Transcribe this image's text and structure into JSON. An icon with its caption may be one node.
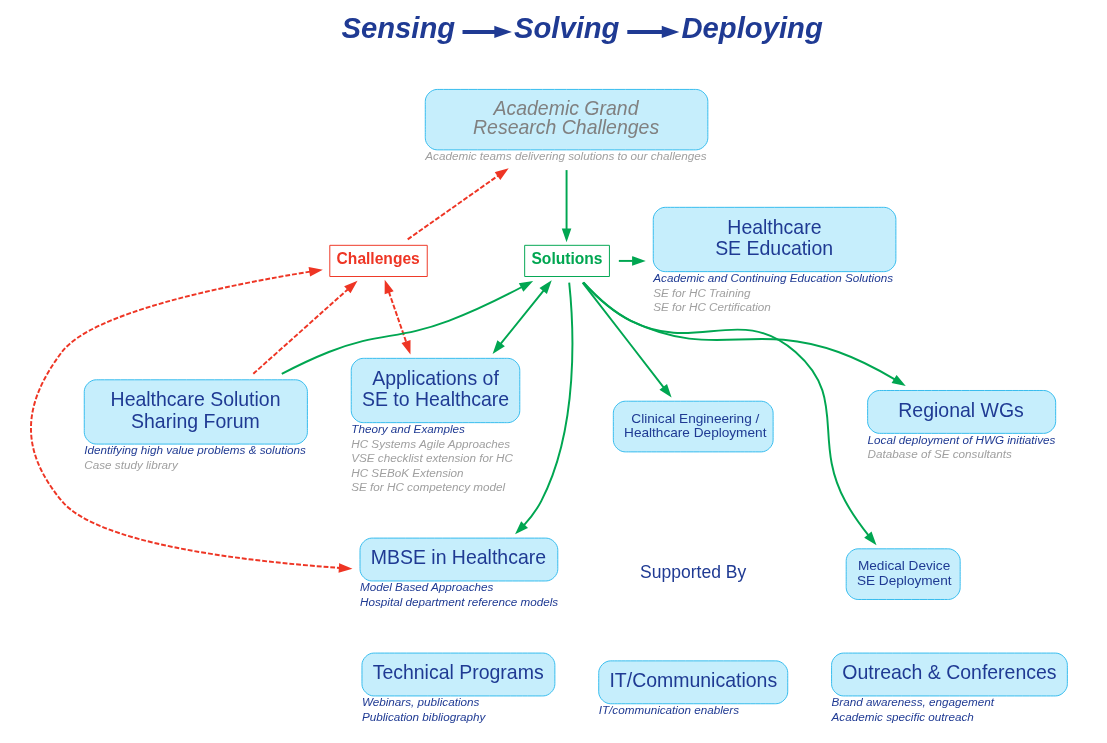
{
  "diagram": {
    "nodes": [
      {
        "text": [
          "Sensing"
        ]
      },
      {
        "text": [
          "Solving"
        ]
      },
      {
        "text": [
          "Deploying"
        ]
      },
      {
        "text": [
          "Academic Grand Research Challenges"
        ],
        "beside": [
          "Academic teams delivering solutions to our challenges"
        ]
      },
      {
        "text": [
          "Challenges"
        ]
      },
      {
        "text": [
          "Solutions"
        ]
      },
      {
        "text": [
          "Healthcare SE Education"
        ],
        "beside": [
          "Academic and Continuing Education Solutions",
          "SE for HC Training",
          "SE for HC Certification"
        ]
      },
      {
        "text": [
          "Healthcare Solution Sharing Forum"
        ],
        "beside": [
          "Identifying high value problems & solutions",
          "Case study library"
        ]
      },
      {
        "text": [
          "Applications of SE to Healthcare"
        ],
        "beside": [
          "Theory and Examples",
          "HC Systems Agile Approaches",
          "VSE checklist extension for HC",
          "HC SEBoK Extension",
          "SE for HC competency model"
        ]
      },
      {
        "text": [
          "Regional WGs"
        ],
        "beside": [
          "Local deployment of HWG initiatives",
          "Database of SE consultants"
        ]
      },
      {
        "text": [
          "MBSE in Healthcare"
        ],
        "beside": [
          "Model Based Approaches",
          "Hospital department reference models"
        ]
      },
      {
        "text": [
          "Medical Device SE Deployment"
        ]
      },
      {
        "text": [
          "Clinical Engineering / Healthcare Deployment"
        ]
      },
      {
        "text": [
          "Technical Programs"
        ],
        "beside": [
          "Webinars, publications",
          "Publication bibliography"
        ]
      },
      {
        "text": [
          "IT/Communications"
        ],
        "beside": [
          "IT/communication enablers"
        ]
      },
      {
        "text": [
          "Outreach & Conferences"
        ],
        "beside": [
          "Brand awareness, engagement",
          "Academic specific outreach"
        ]
      }
    ],
    "edges": [
      {
        "from": 0,
        "to": 1,
        "arrow": "to",
        "style": "thick",
        "color": "#1f3a93"
      },
      {
        "from": 1,
        "to": 2,
        "arrow": "to",
        "style": "thick",
        "color": "#1f3a93"
      },
      {
        "from": 4,
        "to": 3,
        "arrow": "to",
        "style": "dashed",
        "color": "#ee3524"
      },
      {
        "from": 7,
        "to": 4,
        "arrow": "to",
        "style": "dashed",
        "color": "#ee3524"
      },
      {
        "from": 4,
        "to": 8,
        "arrow": "both",
        "style": "dashed",
        "color": "#ee3524"
      },
      {
        "from": 4,
        "to": 10,
        "arrow": "both",
        "style": "dashed",
        "color": "#ee3524"
      },
      {
        "from": 3,
        "to": 5,
        "arrow": "to"
      },
      {
        "from": 7,
        "to": 5,
        "arrow": "to"
      },
      {
        "from": 5,
        "to": 6,
        "arrow": "to"
      },
      {
        "from": 5,
        "to": 8,
        "arrow": "both"
      },
      {
        "from": 5,
        "to": 10,
        "arrow": "to"
      },
      {
        "from": 5,
        "to": 9,
        "arrow": "to"
      },
      {
        "from": 5,
        "to": 11,
        "arrow": "to"
      },
      {
        "from": 5,
        "to": 12,
        "arrow": "to"
      }
    ],
    "labels": [
      "Supported By"
    ]
  }
}
